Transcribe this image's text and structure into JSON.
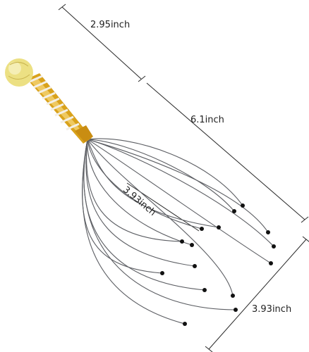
{
  "product_image": {
    "description_icon": "scalp-massager-product-photo",
    "colors": {
      "background": "#ffffff",
      "handle_gold": "#d9a21b",
      "handle_wrap": "#f3efe6",
      "ball_top": "#f1e59a",
      "wire": "#5c5e63",
      "wire_tip": "#111111",
      "dimension_line": "#2a2a2a"
    }
  },
  "dimensions": {
    "top_segment": "2.95inch",
    "total_length": "6.1inch",
    "inner_width": "3.93inch",
    "outer_width": "3.93inch"
  }
}
